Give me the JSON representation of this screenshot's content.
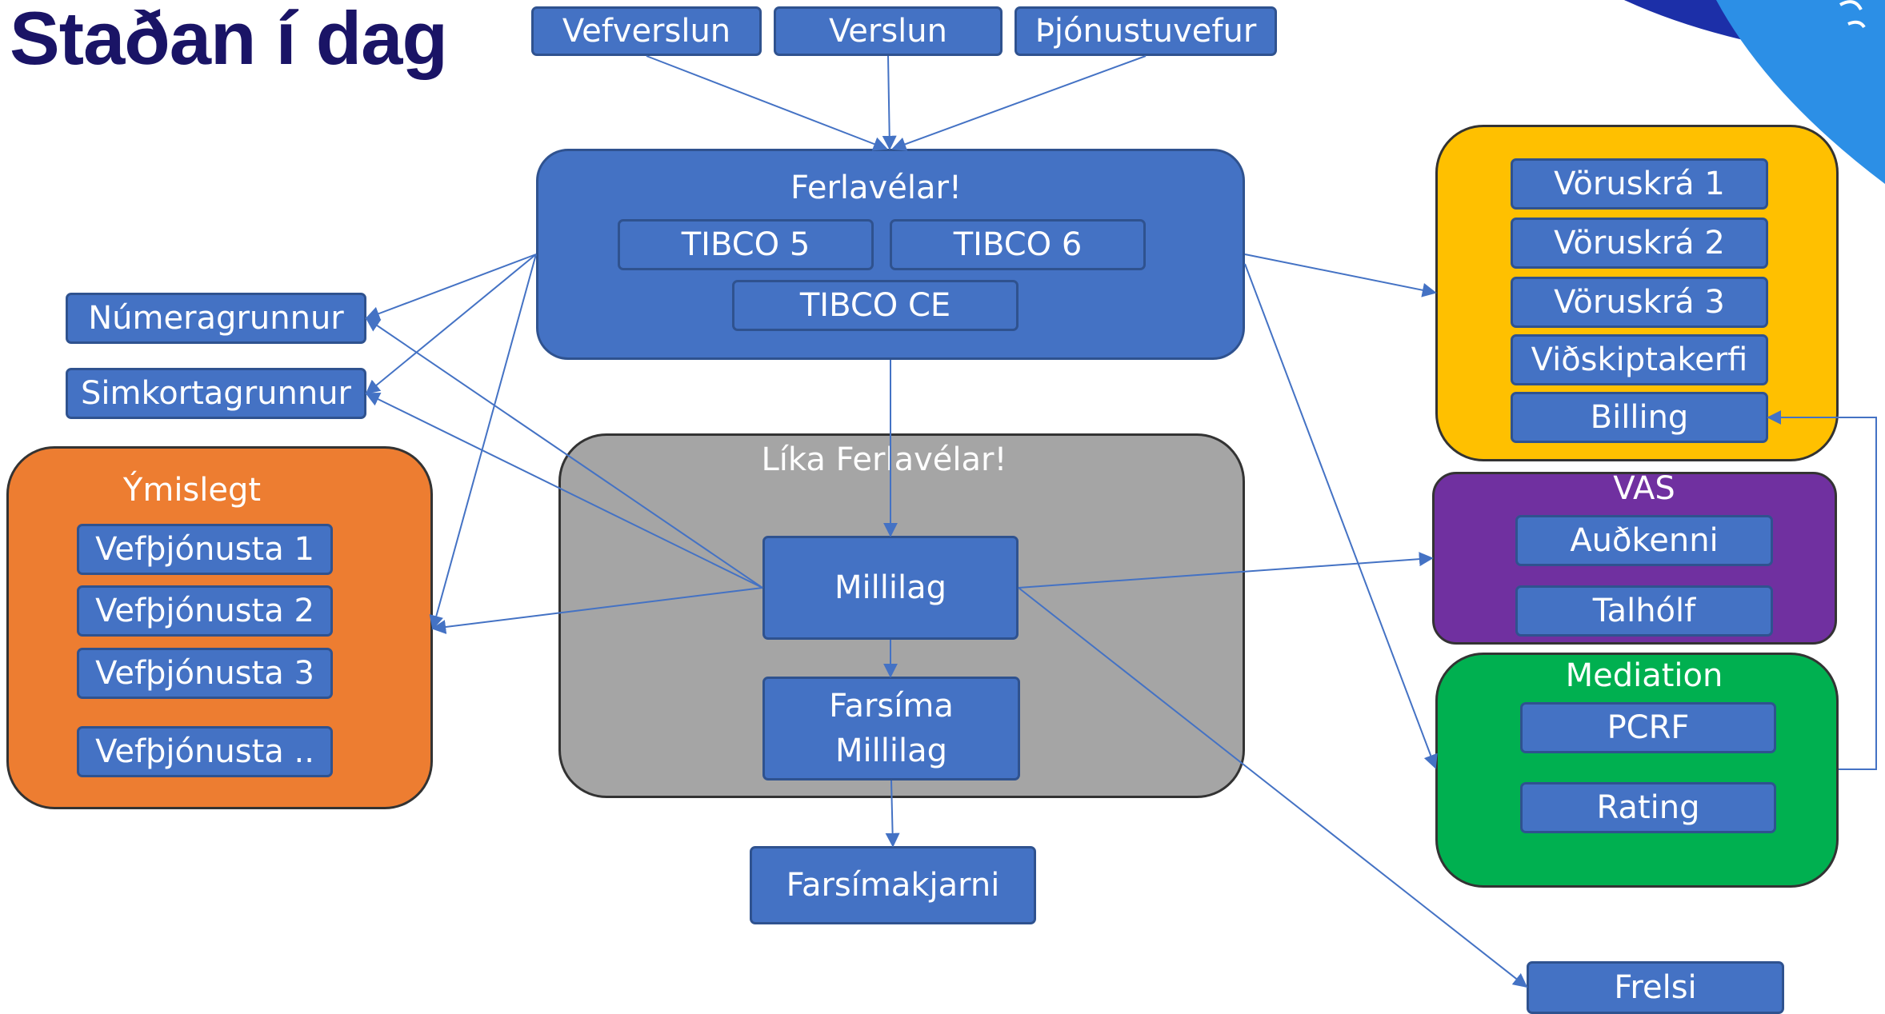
{
  "title": "Staðan í dag",
  "channels": {
    "webshop": "Vefverslun",
    "store": "Verslun",
    "service_web": "Þjónustuvefur"
  },
  "ferlavelar": {
    "label": "Ferlavélar!",
    "tibco5": "TIBCO 5",
    "tibco6": "TIBCO 6",
    "tibco_ce": "TIBCO CE"
  },
  "databases": {
    "numer": "Númeragrunnur",
    "simkort": "Simkortagrunnur"
  },
  "ymislegt": {
    "label": "Ýmislegt",
    "items": [
      "Vefþjónusta 1",
      "Vefþjónusta 2",
      "Vefþjónusta 3",
      "Vefþjónusta .."
    ]
  },
  "lika": {
    "label": "Líka Ferlavélar!",
    "millilag": "Millilag",
    "farsima_line1": "Farsíma",
    "farsima_line2": "Millilag"
  },
  "farsimakjarni": "Farsímakjarni",
  "voruskra": {
    "items": [
      "Vöruskrá 1",
      "Vöruskrá 2",
      "Vöruskrá 3",
      "Viðskiptakerfi",
      "Billing"
    ]
  },
  "vas": {
    "label": "VAS",
    "items": [
      "Auðkenni",
      "Talhólf"
    ]
  },
  "mediation": {
    "label": "Mediation",
    "items": [
      "PCRF",
      "Rating"
    ]
  },
  "frelsi": "Frelsi",
  "colors": {
    "box": "#4472c4",
    "box_border": "#2f528f",
    "title": "#1a1466",
    "orange_group": "#ed7d31",
    "gray_group": "#a5a5a5",
    "yellow_group": "#ffc000",
    "purple_group": "#7030a0",
    "green_group": "#00b050",
    "connector": "#4472c4"
  }
}
